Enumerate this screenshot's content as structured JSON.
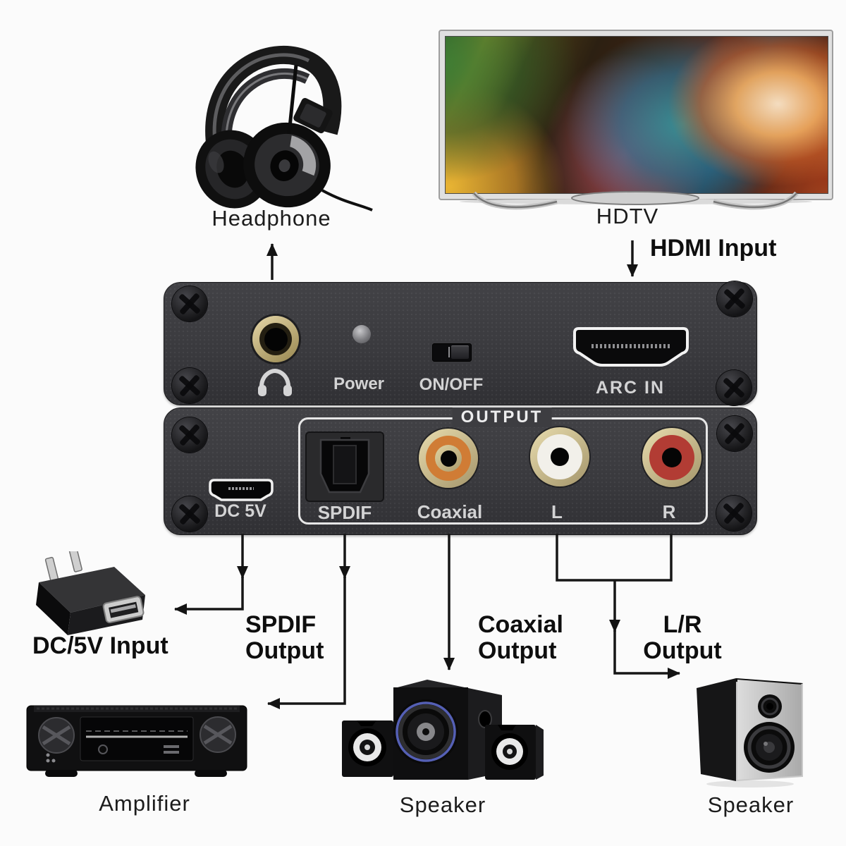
{
  "labels": {
    "headphone": "Headphone",
    "hdtv": "HDTV",
    "hdmi_input": "HDMI Input",
    "dc5v_input": "DC/5V Input",
    "spdif_output": {
      "line1": "SPDIF",
      "line2": "Output"
    },
    "coaxial_output": {
      "line1": "Coaxial",
      "line2": "Output"
    },
    "lr_output": {
      "line1": "L/R",
      "line2": "Output"
    },
    "amplifier": "Amplifier",
    "speaker_center": "Speaker",
    "speaker_right": "Speaker"
  },
  "device_front_panel": {
    "power": "Power",
    "on_off": "ON/OFF",
    "arc_in": "ARC IN"
  },
  "device_back_panel": {
    "dc_5v": "DC 5V",
    "output_group": "OUTPUT",
    "spdif": "SPDIF",
    "coaxial": "Coaxial",
    "left": "L",
    "right": "R"
  },
  "colors": {
    "panel": "#3b3b3e",
    "panel_text": "#d3d3d4",
    "connector_line": "#161616",
    "rca_coaxial_ring": "#d07c35",
    "rca_left_ring": "#f2f0ea",
    "rca_right_ring": "#b23c34",
    "jack_gold": "#cdbb8b",
    "hdtv_screen_accents": [
      "#3e7a2e",
      "#e0bc32",
      "#b4556e",
      "#2aa0a8",
      "#2e6f8e",
      "#e8a35f",
      "#6e2318"
    ]
  }
}
